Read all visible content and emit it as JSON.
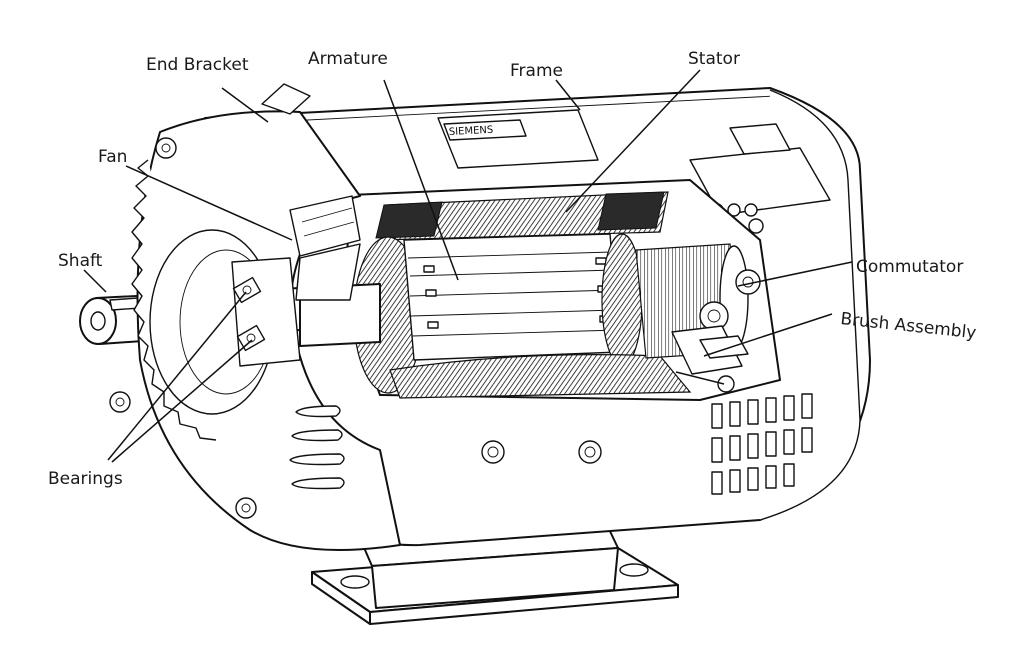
{
  "labels": {
    "end_bracket": "End Bracket",
    "armature": "Armature",
    "frame": "Frame",
    "stator": "Stator",
    "fan": "Fan",
    "shaft": "Shaft",
    "commutator": "Commutator",
    "brush_assembly": "Brush Assembly",
    "bearings": "Bearings"
  },
  "nameplate": {
    "brand": "SIEMENS"
  },
  "colors": {
    "ink": "#111111",
    "background": "#ffffff",
    "lamination": "#2a2a2a"
  }
}
